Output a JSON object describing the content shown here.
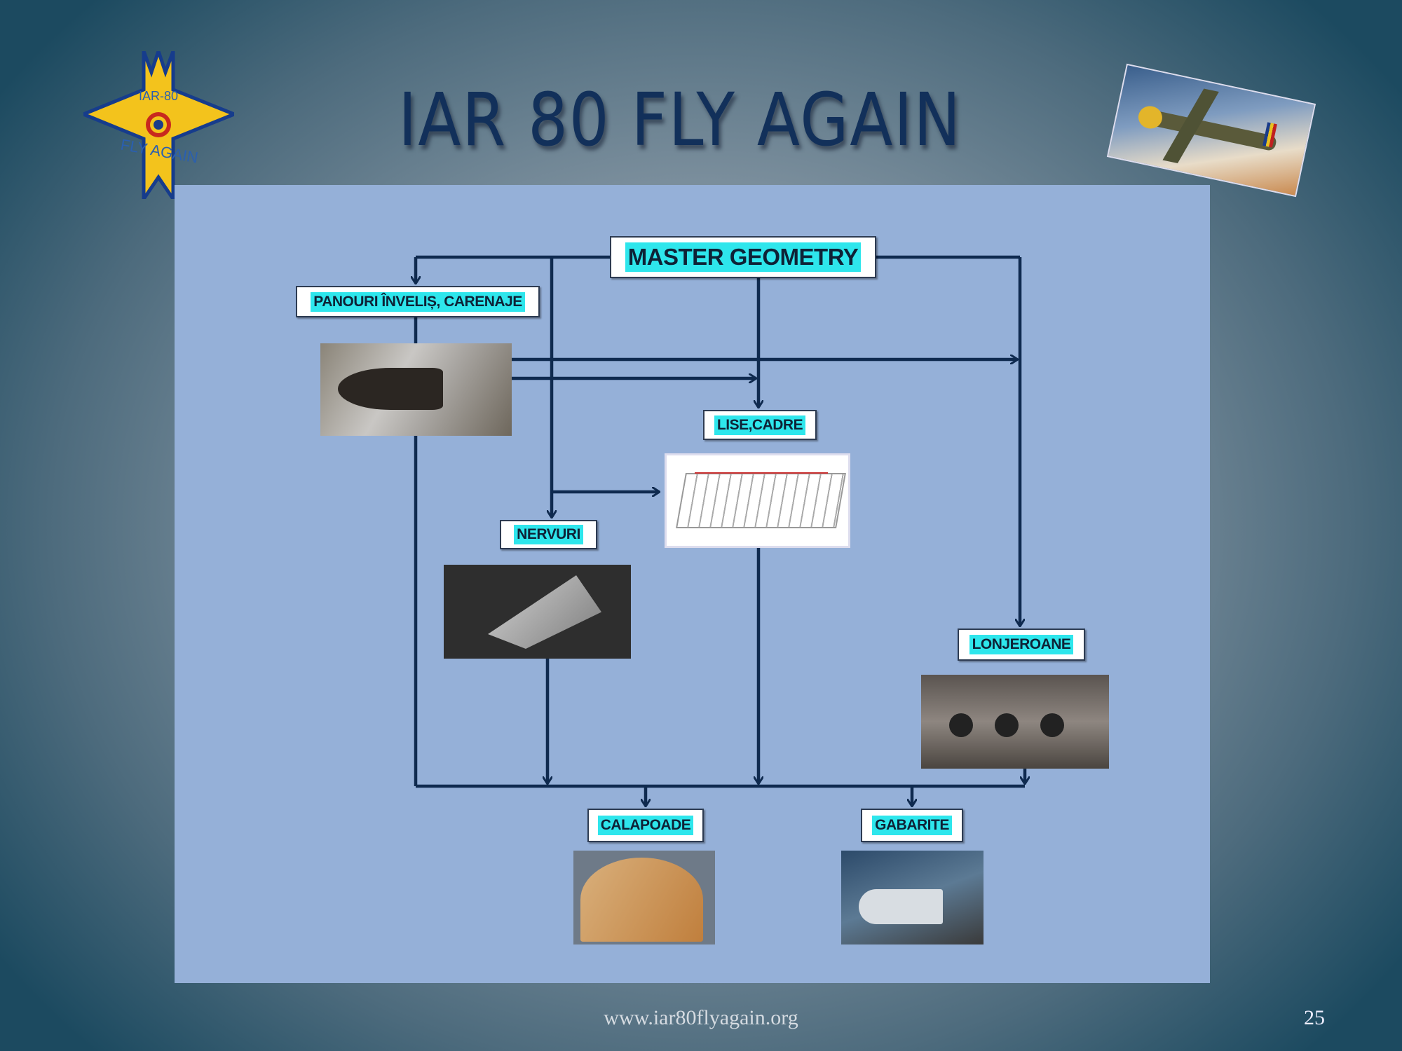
{
  "slide": {
    "title": "IAR 80 FLY AGAIN",
    "logo_text": [
      "IAR-80",
      "FLY AGAIN"
    ],
    "footer_url": "www.iar80flyagain.org",
    "page_number": "25"
  },
  "diagram": {
    "nodes": {
      "master": "MASTER GEOMETRY",
      "panouri": "PANOURI ÎNVELIȘ, CARENAJE",
      "lise": "LISE,CADRE",
      "nervuri": "NERVURI",
      "lonjeroane": "LONJEROANE",
      "calapoade": "CALAPOADE",
      "gabarite": "GABARITE"
    },
    "colors": {
      "line": "#0f2a4f",
      "label_highlight": "#2ee6ec",
      "panel": "#95b0d8"
    }
  }
}
